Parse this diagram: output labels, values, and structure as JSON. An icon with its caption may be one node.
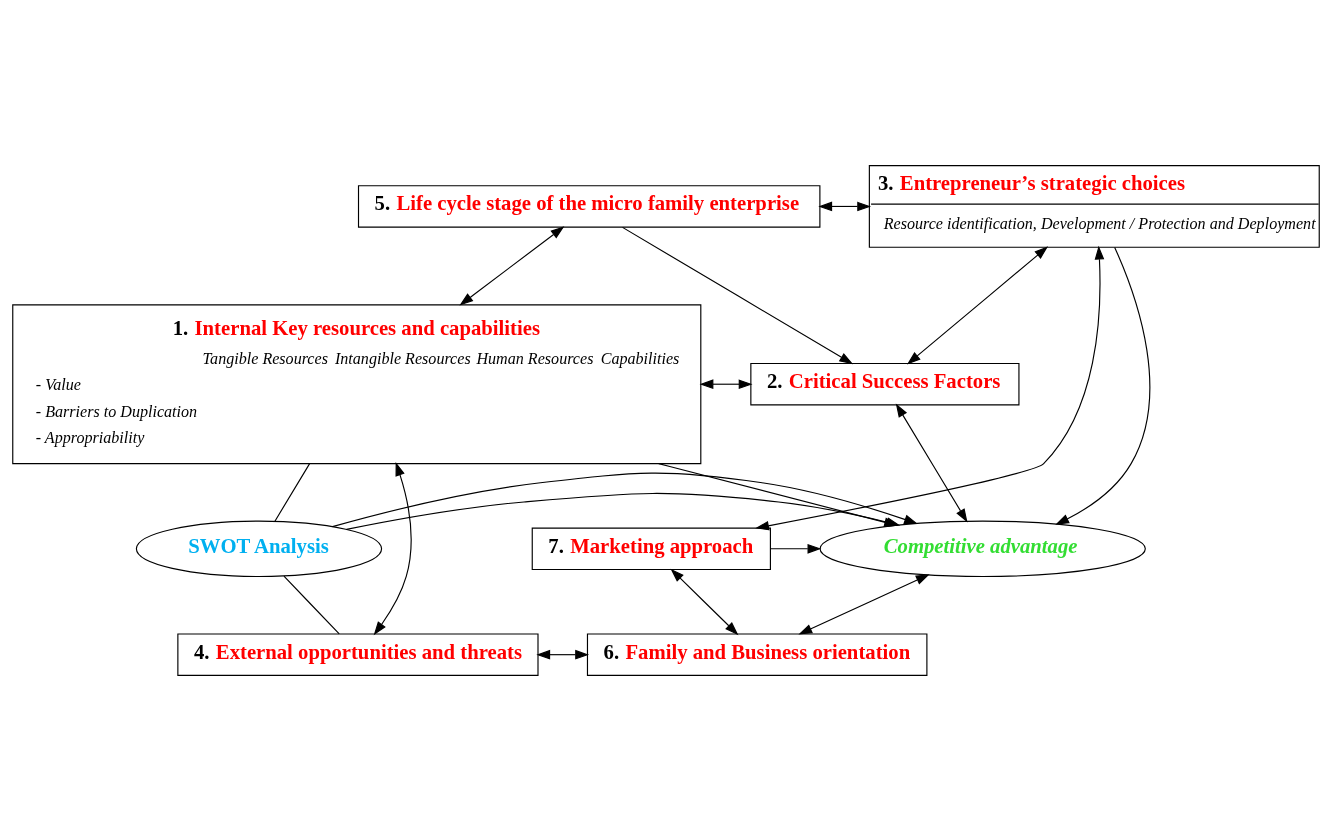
{
  "diagram": {
    "nodes": [
      {
        "text": [
          "5. Life cycle stage of the micro family enterprise"
        ]
      },
      {
        "text": [
          "3. Entrepreneur’s strategic choices",
          "Resource identification, Development / Protection and Deployment"
        ]
      },
      {
        "text": [
          "1. Internal Key resources and capabilities",
          "Tangible Resources",
          "Intangible Resources",
          "Human Resources",
          "Capabilities",
          "- Value",
          "- Barriers to Duplication",
          "- Appropriability"
        ]
      },
      {
        "text": [
          "2. Critical Success Factors"
        ]
      },
      {
        "text": [
          "SWOT Analysis"
        ]
      },
      {
        "text": [
          "Competitive advantage"
        ]
      },
      {
        "text": [
          "7. Marketing approach"
        ]
      },
      {
        "text": [
          "4. External opportunities and threats"
        ]
      },
      {
        "text": [
          "6. Family and Business orientation"
        ]
      }
    ],
    "edges": [
      {
        "from": 0,
        "to": 1,
        "arrow": "both"
      },
      {
        "from": 0,
        "to": 2,
        "arrow": "both"
      },
      {
        "from": 0,
        "to": 3,
        "arrow": "to"
      },
      {
        "from": 1,
        "to": 3,
        "arrow": "both"
      },
      {
        "from": 1,
        "to": 5,
        "arrow": "to"
      },
      {
        "from": 1,
        "to": 6,
        "arrow": "both"
      },
      {
        "from": 2,
        "to": 3,
        "arrow": "both"
      },
      {
        "from": 2,
        "to": 5,
        "arrow": "to"
      },
      {
        "from": 3,
        "to": 5,
        "arrow": "both"
      },
      {
        "from": 6,
        "to": 5,
        "arrow": "to"
      },
      {
        "from": 2,
        "to": 7,
        "arrow": "both"
      },
      {
        "from": 4,
        "to": 2,
        "arrow": "none"
      },
      {
        "from": 4,
        "to": 7,
        "arrow": "none"
      },
      {
        "from": 4,
        "to": 5,
        "arrow": "to"
      },
      {
        "from": 4,
        "to": 5,
        "arrow": "to"
      },
      {
        "from": 5,
        "to": 8,
        "arrow": "both"
      },
      {
        "from": 6,
        "to": 8,
        "arrow": "both"
      },
      {
        "from": 7,
        "to": 8,
        "arrow": "both"
      }
    ]
  }
}
